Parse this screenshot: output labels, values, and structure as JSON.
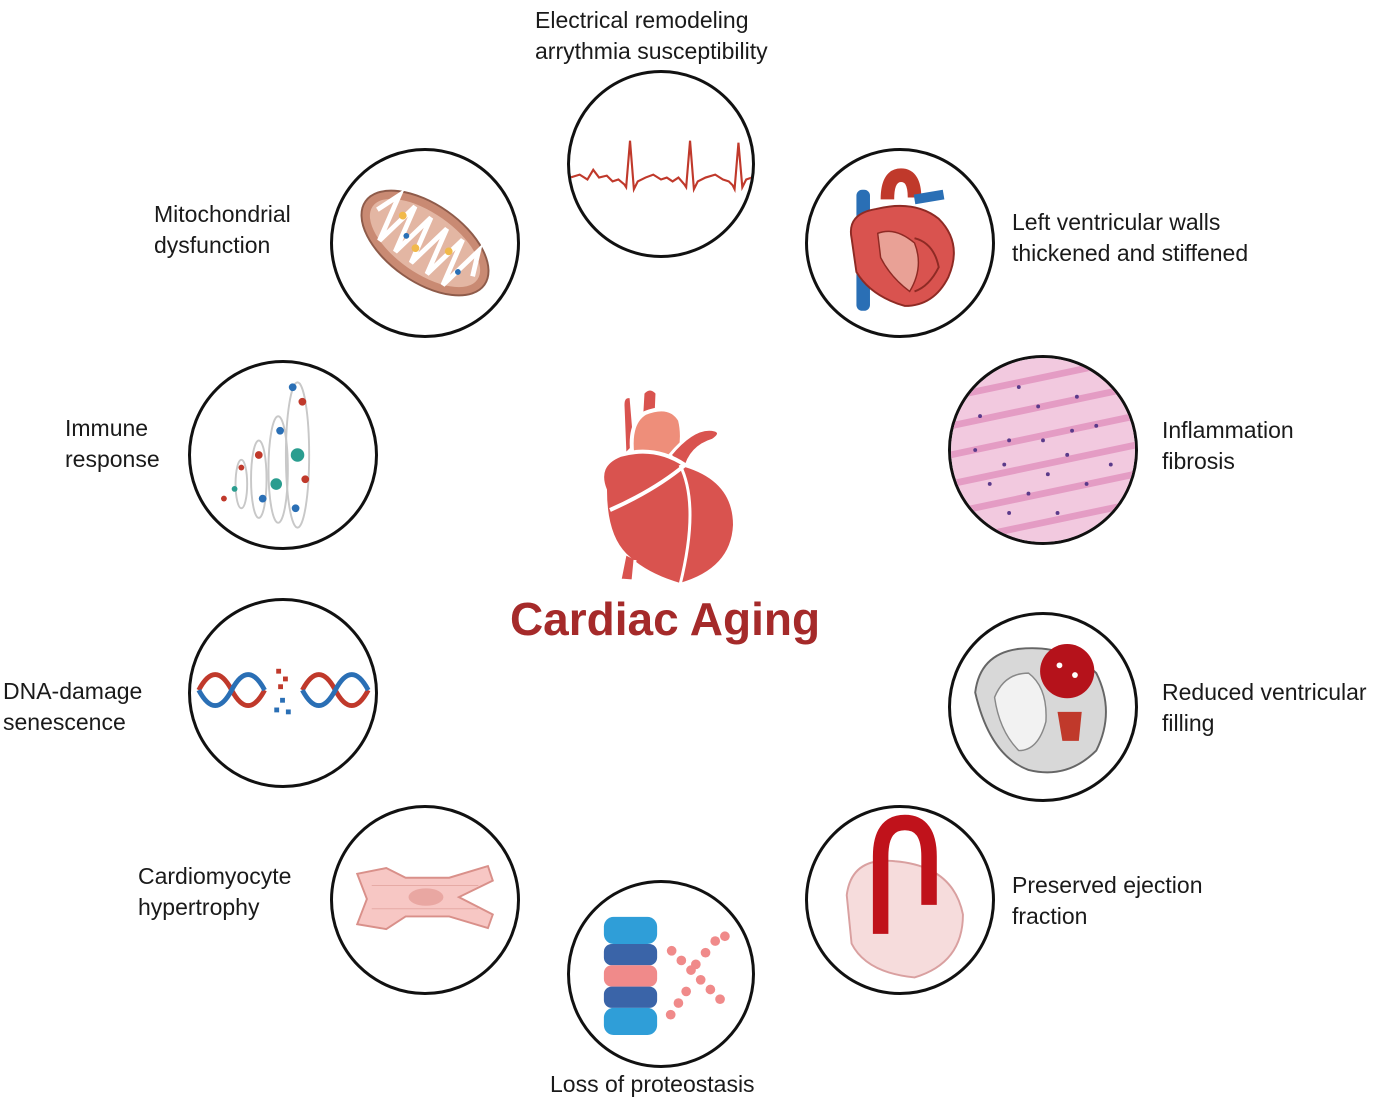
{
  "center": {
    "title": "Cardiac Aging",
    "icon": "heart-icon",
    "title_color": "#a52a2a"
  },
  "nodes": {
    "electrical": {
      "line1": "Electrical remodeling",
      "line2": "arrythmia susceptibility",
      "icon": "ecg-trace-icon"
    },
    "lv_walls": {
      "line1": "Left ventricular walls",
      "line2": "thickened and stiffened",
      "icon": "anatomical-heart-icon"
    },
    "inflammation": {
      "line1": "Inflammation",
      "line2": "fibrosis",
      "icon": "fibrotic-tissue-icon"
    },
    "filling": {
      "line1": "Reduced ventricular",
      "line2": "filling",
      "icon": "ventricle-cross-section-icon"
    },
    "ejection": {
      "line1": "Preserved ejection",
      "line2": "fraction",
      "icon": "aortic-arch-icon"
    },
    "proteostasis": {
      "line1": "Loss of proteostasis",
      "icon": "proteasome-icon"
    },
    "hypertrophy": {
      "line1": "Cardiomyocyte",
      "line2": "hypertrophy",
      "icon": "cardiomyocyte-icon"
    },
    "dna": {
      "line1": "DNA-damage",
      "line2": "senescence",
      "icon": "dna-helix-icon"
    },
    "immune": {
      "line1": "Immune",
      "line2": "response",
      "icon": "immune-cells-icon"
    },
    "mito": {
      "line1": "Mitochondrial",
      "line2": "dysfunction",
      "icon": "mitochondrion-icon"
    }
  }
}
